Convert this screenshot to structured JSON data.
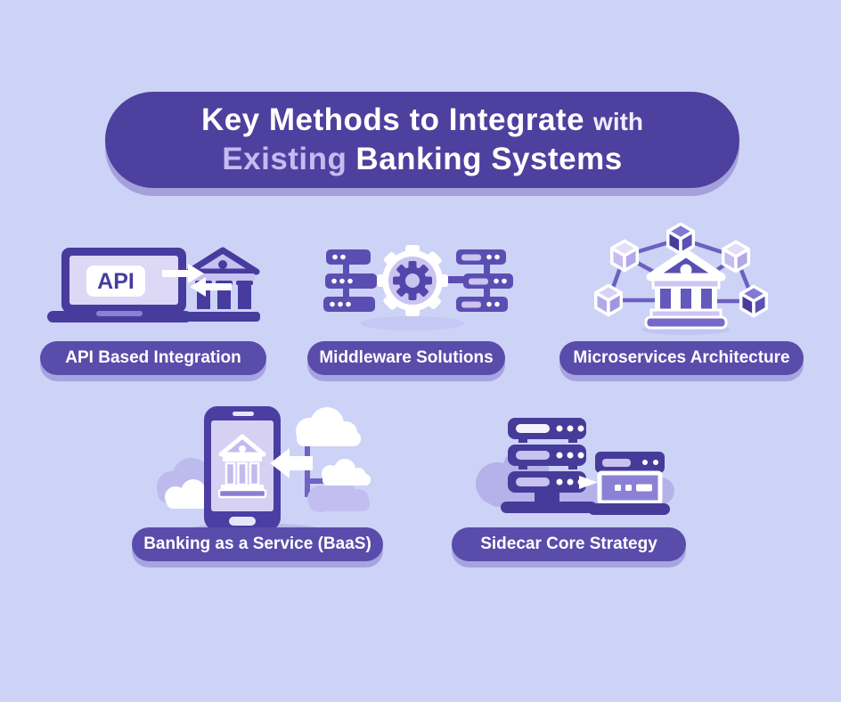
{
  "title": {
    "line1_main": "Key Methods to Integrate",
    "line1_rest": "with",
    "line2_accent": "Existing",
    "line2_main": "Banking Systems"
  },
  "methods": [
    {
      "id": "api",
      "label": "API Based Integration",
      "icon": "laptop-api-bank-icon",
      "icon_text": "API"
    },
    {
      "id": "middleware",
      "label": "Middleware Solutions",
      "icon": "servers-gear-icon"
    },
    {
      "id": "microservices",
      "label": "Microservices Architecture",
      "icon": "bank-network-cubes-icon"
    },
    {
      "id": "baas",
      "label": "Banking as a Service (BaaS)",
      "icon": "phone-bank-clouds-icon"
    },
    {
      "id": "sidecar",
      "label": "Sidecar Core Strategy",
      "icon": "server-stack-sidecar-module-icon"
    }
  ],
  "colors": {
    "background": "#ccd3f6",
    "banner": "#4e409e",
    "pill": "#5a4cab",
    "dark_purple": "#473b9a",
    "medium_purple": "#5b4eb2",
    "lavender": "#c8c0f0",
    "light_lavender": "#ddd8f6",
    "accent_text": "#c6baf1",
    "white": "#ffffff"
  }
}
